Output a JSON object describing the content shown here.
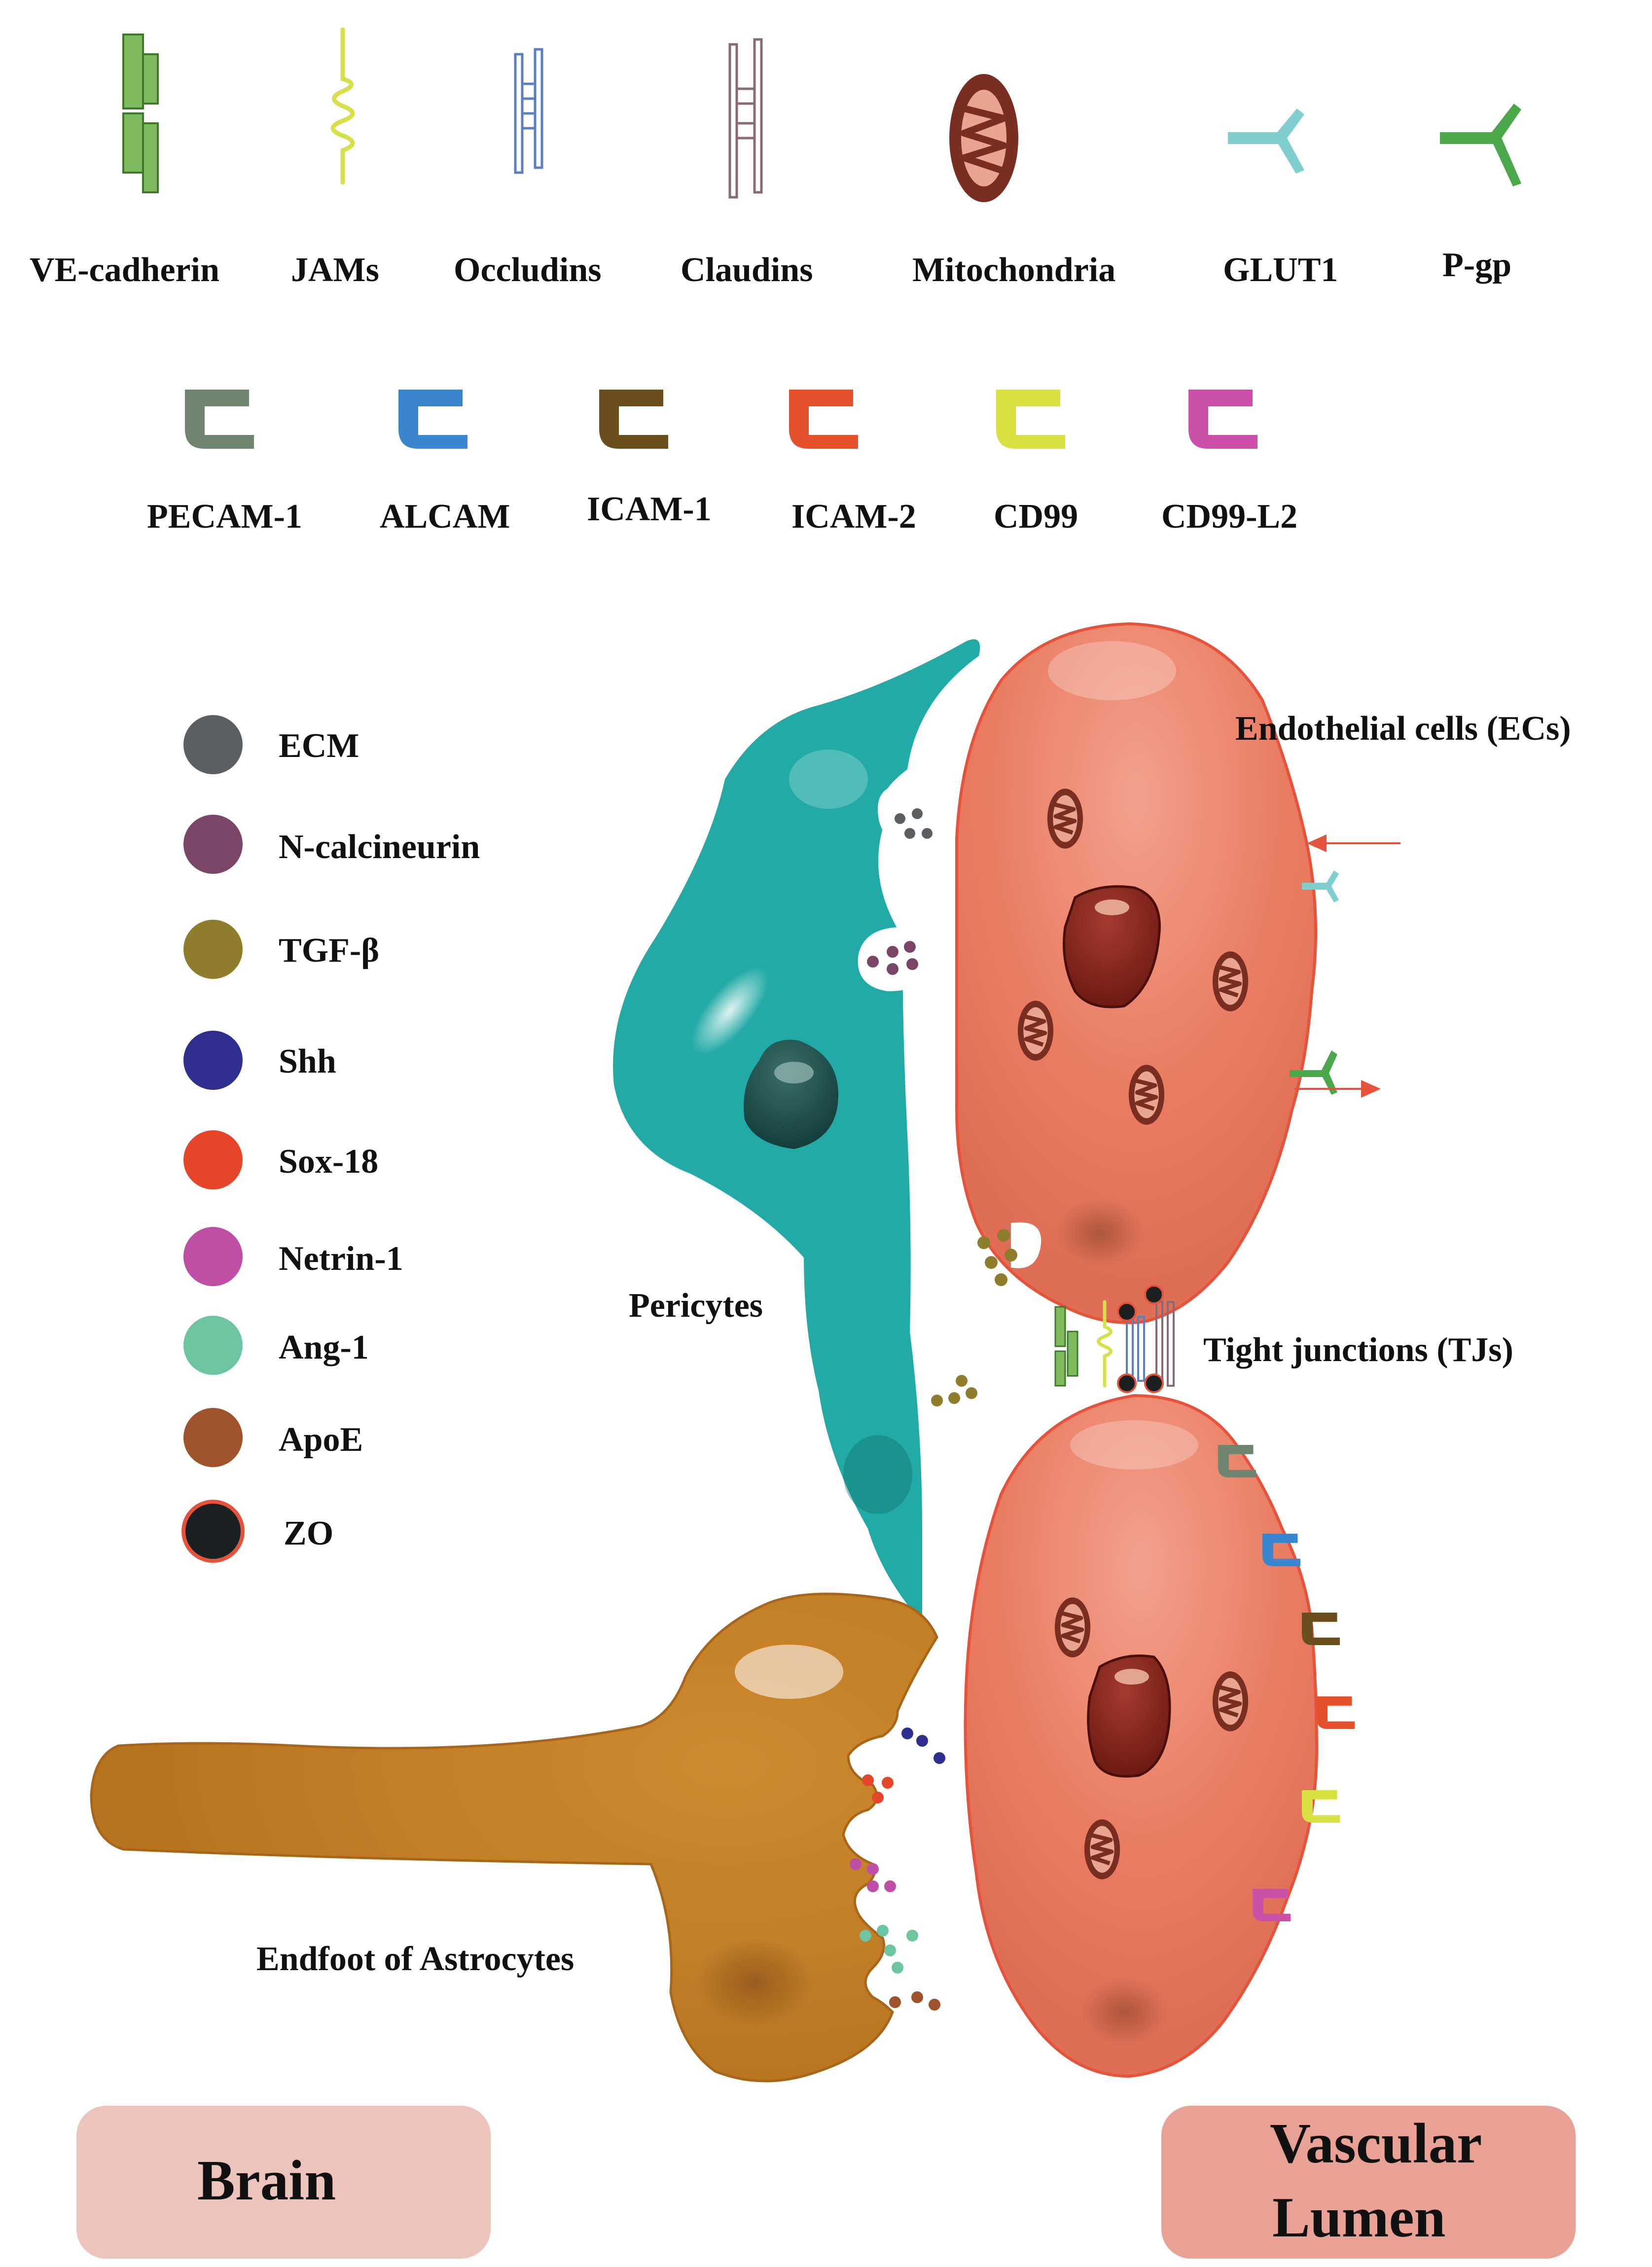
{
  "icon_legend_row1": [
    {
      "label": "VE-cadherin",
      "icon": "ve-cadherin-icon",
      "color": "#7dbb5e"
    },
    {
      "label": "JAMs",
      "icon": "jams-icon",
      "color": "#d6e04a"
    },
    {
      "label": "Occludins",
      "icon": "occludins-icon",
      "color": "#5a7fc4"
    },
    {
      "label": "Claudins",
      "icon": "claudins-icon",
      "color": "#8b6a78"
    },
    {
      "label": "Mitochondria",
      "icon": "mitochondria-icon",
      "color": "#7a2e22"
    },
    {
      "label": "GLUT1",
      "icon": "glut1-icon",
      "color": "#7fcfd0"
    },
    {
      "label": "P-gp",
      "icon": "pgp-icon",
      "color": "#4aa84a"
    }
  ],
  "icon_legend_row2": [
    {
      "label": "PECAM-1",
      "icon": "pecam1-icon",
      "color": "#6f8570"
    },
    {
      "label": "ALCAM",
      "icon": "alcam-icon",
      "color": "#3a86cf"
    },
    {
      "label": "ICAM-1",
      "icon": "icam1-icon",
      "color": "#6b4e1e"
    },
    {
      "label": "ICAM-2",
      "icon": "icam2-icon",
      "color": "#e5512b"
    },
    {
      "label": "CD99",
      "icon": "cd99-icon",
      "color": "#d8e042"
    },
    {
      "label": "CD99-L2",
      "icon": "cd99l2-icon",
      "color": "#cc4fa8"
    }
  ],
  "molecule_legend": [
    {
      "label": "ECM",
      "color": "#5c5f62"
    },
    {
      "label": "N-calcineurin",
      "color": "#7b4566"
    },
    {
      "label": "TGF-β",
      "color": "#8f7d2c"
    },
    {
      "label": "Shh",
      "color": "#2f2f8f"
    },
    {
      "label": "Sox-18",
      "color": "#e5462a"
    },
    {
      "label": "Netrin-1",
      "color": "#bf4fa6"
    },
    {
      "label": "Ang-1",
      "color": "#6cc4a0"
    },
    {
      "label": "ApoE",
      "color": "#a0522d"
    },
    {
      "label": "ZO",
      "color": "#1b1f1f"
    }
  ],
  "labels": {
    "endothelial_cells": "Endothelial cells (ECs)",
    "pericytes": "Pericytes",
    "tight_junctions": "Tight junctions (TJs)",
    "astrocytes": "Endfoot of Astrocytes"
  },
  "regions": {
    "brain": "Brain",
    "vascular_line1": "Vascular",
    "vascular_line2": "Lumen"
  },
  "colors": {
    "endothelial": "#ea7b62",
    "endothelial_border": "#e5533a",
    "pericyte": "#22aaa6",
    "astrocyte": "#c07a22",
    "nucleus": "#7e1f1a",
    "brain_box": "#ecc4bb",
    "lumen_box": "#e8a194"
  }
}
